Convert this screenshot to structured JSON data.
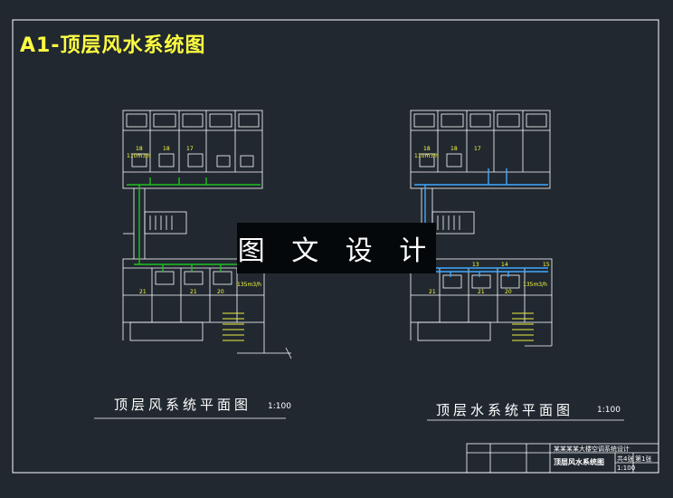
{
  "drawing": {
    "title": "A1-顶层风水系统图",
    "watermark": "图 文 设 计"
  },
  "air_plan": {
    "caption": "顶层风系统平面图",
    "scale": "1:100",
    "rooms_top": [
      "18",
      "18",
      "17"
    ],
    "rooms_bottom": [
      "21",
      "21",
      "20"
    ],
    "airflow_top": "110m3/h",
    "airflow_bottom": "135m3/h"
  },
  "water_plan": {
    "caption": "顶层水系统平面图",
    "scale": "1:100",
    "rooms_top": [
      "18",
      "18",
      "17"
    ],
    "rooms_bottom": [
      "13",
      "14",
      "15"
    ],
    "rooms_lower": [
      "21",
      "21",
      "20"
    ],
    "airflow_top": "110m3/h",
    "airflow_bottom": "135m3/h"
  },
  "title_block": {
    "project": "某某某某大楼空调系统设计",
    "drawing_name": "顶层风水系统图",
    "sheet": "第1张",
    "total": "共4张",
    "scale_short": "1:100"
  },
  "colors": {
    "background": "#212830",
    "lines": "#ffffff",
    "title": "#ffff40",
    "duct": "#20c020",
    "water": "#3fa9ff",
    "stair": "#f0f040"
  }
}
